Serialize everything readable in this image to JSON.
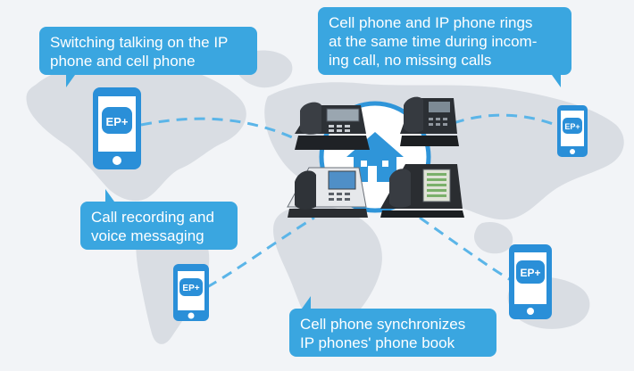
{
  "callouts": {
    "switching": {
      "lines": [
        "Switching talking on the IP",
        "phone and cell phone"
      ]
    },
    "ring": {
      "lines": [
        "Cell phone and IP phone rings",
        "at the same time during incom-",
        "ing call, no missing calls"
      ]
    },
    "recording": {
      "lines": [
        "Call recording and",
        "voice messaging"
      ]
    },
    "sync": {
      "lines": [
        "Cell phone synchronizes",
        "IP phones' phone book"
      ]
    }
  },
  "app_badge": "EP+",
  "colors": {
    "accent": "#3aa6e0",
    "phone_body": "#2a8fd8",
    "map_land": "#d9dde3",
    "background": "#f2f4f7",
    "dashed_line": "#5bb5e8",
    "house": "#2f95d9"
  }
}
